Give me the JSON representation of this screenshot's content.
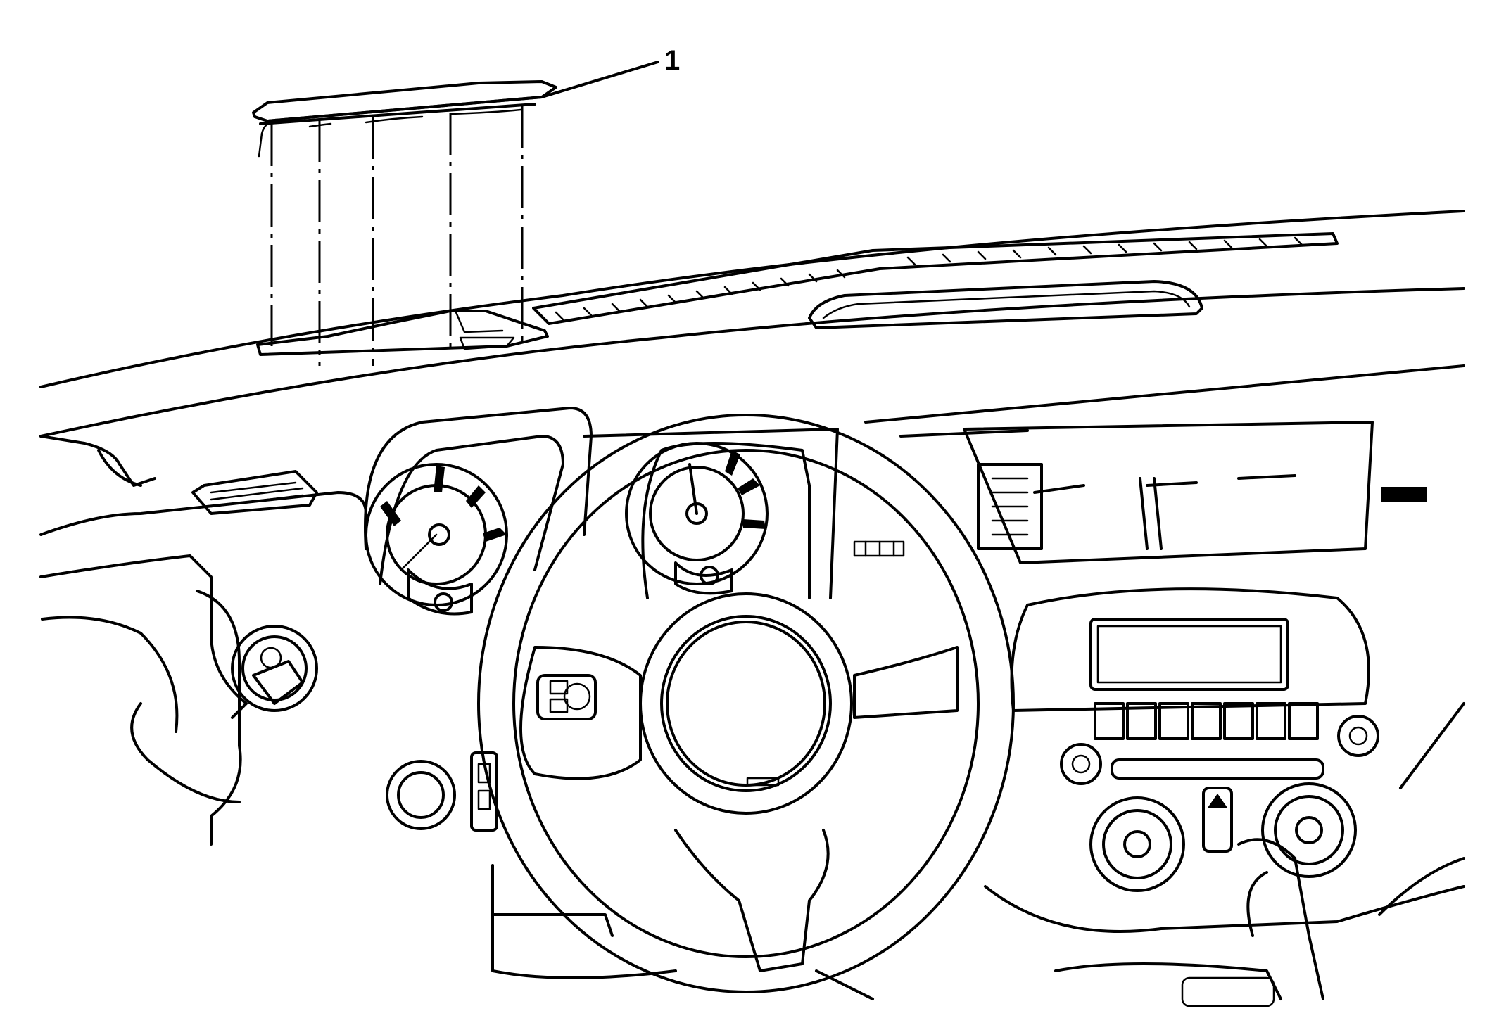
{
  "callouts": [
    {
      "id": "1",
      "label": "1"
    }
  ],
  "icons": {
    "callout-leader": "line",
    "removed-part": "dash-top-panel",
    "dashboard": "instrument-panel",
    "steering-wheel": "steering-wheel",
    "instrument-cluster": "gauges",
    "center-stack": "radio-hvac"
  },
  "colors": {
    "line": "#000000",
    "background": "#ffffff"
  }
}
